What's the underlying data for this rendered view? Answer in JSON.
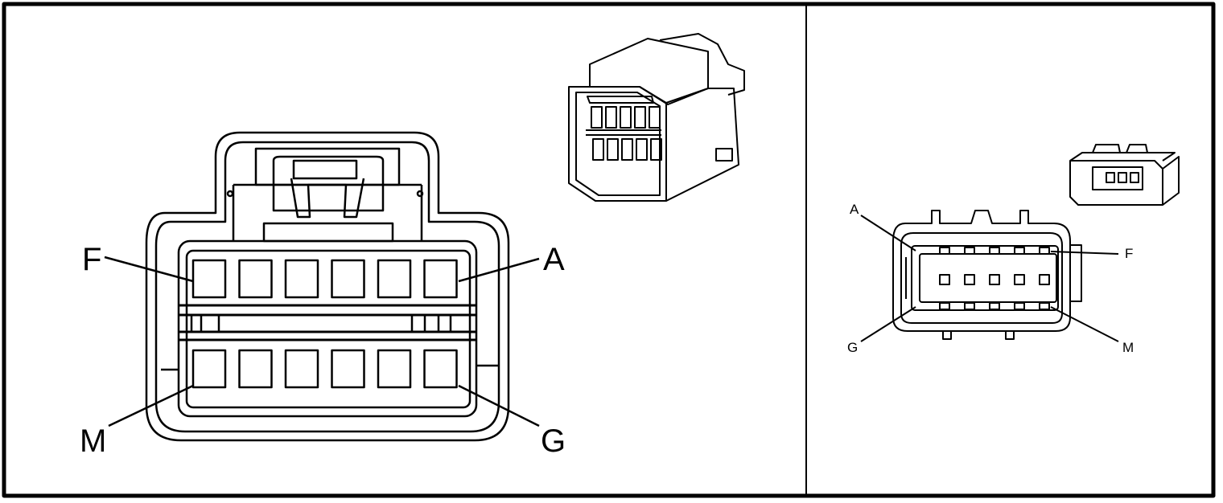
{
  "left_panel": {
    "labels": {
      "top_left": "F",
      "top_right": "A",
      "bottom_left": "M",
      "bottom_right": "G"
    },
    "cavity_rows": 2,
    "cavities_per_row": 6,
    "inset_icon": "connector-3d-view-icon"
  },
  "right_panel": {
    "labels": {
      "top_left": "A",
      "top_right": "F",
      "bottom_left": "G",
      "bottom_right": "M"
    },
    "cavity_rows": 3,
    "cavities_per_row": 5,
    "inset_icon": "connector-3d-view-icon"
  },
  "colors": {
    "line": "#000000",
    "background": "#ffffff"
  }
}
